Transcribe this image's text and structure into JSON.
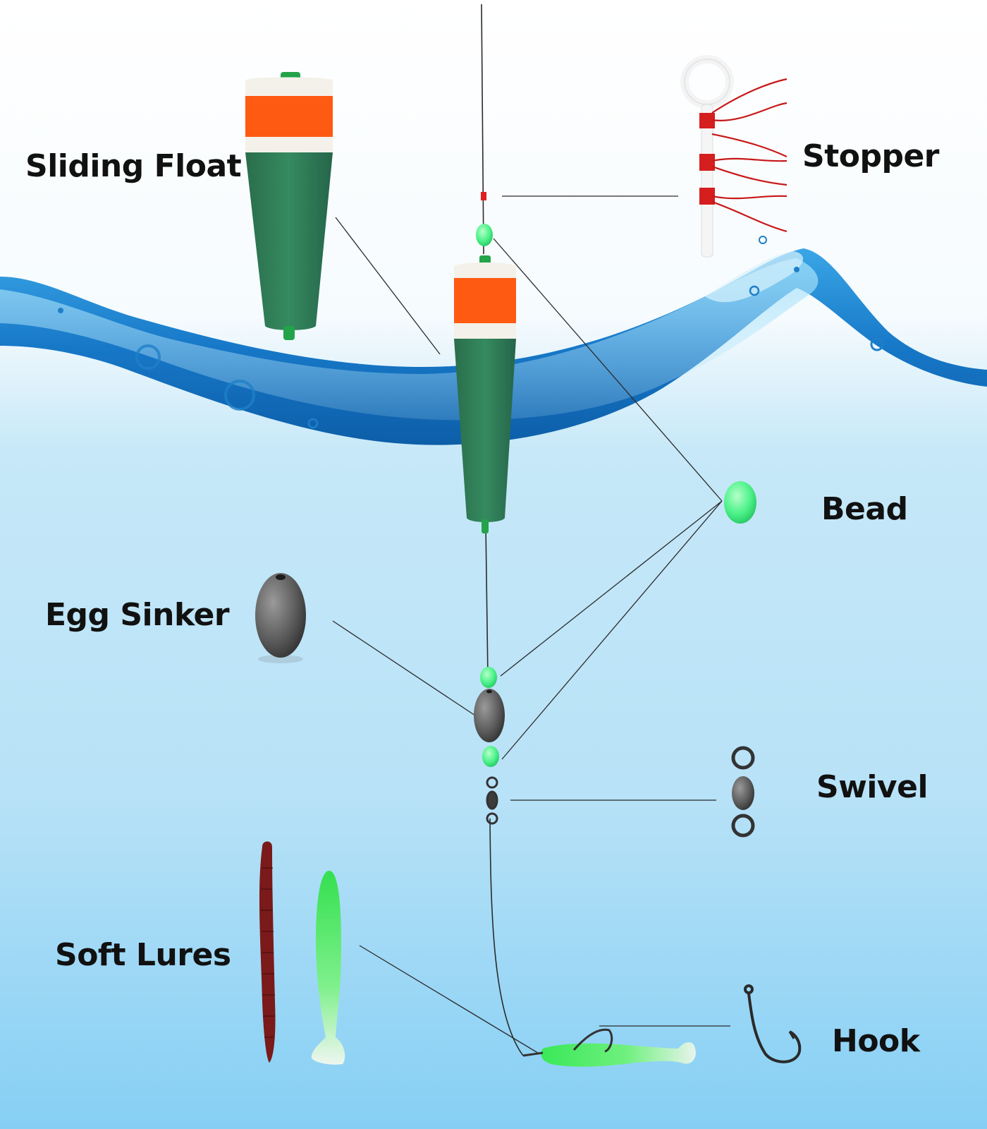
{
  "labels": {
    "sliding_float": "Sliding Float",
    "stopper": "Stopper",
    "bead": "Bead",
    "egg_sinker": "Egg Sinker",
    "swivel": "Swivel",
    "soft_lures": "Soft Lures",
    "hook": "Hook"
  },
  "colors": {
    "water_top": "#f4fbfe",
    "water_mid": "#bfe6f8",
    "water_bottom": "#86d0f4",
    "wave_dark": "#0d63b4",
    "wave_light": "#5cc3f0",
    "float_green": "#2e7a55",
    "float_orange": "#ff5a12",
    "float_white": "#f5f2ea",
    "bead_green": "#4cff8a",
    "sinker_gray": "#6b6b6b",
    "stopper_red": "#d92020",
    "worm_red": "#7a1a1a",
    "lure_green": "#3be85a",
    "line": "#222222"
  },
  "icons": [
    "sliding-float-icon",
    "stopper-icon",
    "bead-icon",
    "egg-sinker-icon",
    "swivel-icon",
    "soft-lure-worm-icon",
    "soft-lure-shad-icon",
    "hook-icon"
  ]
}
